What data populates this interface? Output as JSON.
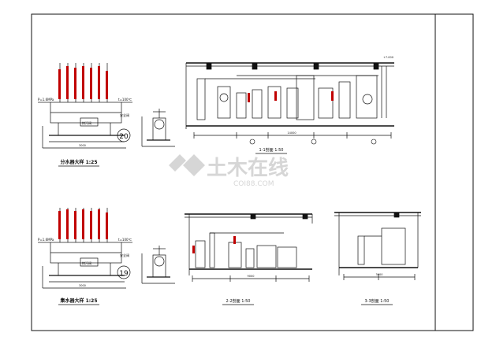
{
  "drawing": {
    "divider_title": "分水器大样 1:25",
    "collector_title": "集水器大样 1:25",
    "section_1": "1-1剖面 1:50",
    "section_2": "2-2剖面 1:50",
    "section_3": "3-3剖面 1:50",
    "divider_badge": "20",
    "collector_badge": "19",
    "divider_pressure": "P=1.6MPa",
    "collector_pressure": "P=1.6MPa",
    "divider_temp": "t=100℃",
    "collector_temp": "t=100℃",
    "divider_drain": "排污阀",
    "collector_drain": "排污阀",
    "safety_valve_1": "安全阀",
    "safety_valve_2": "安全阀",
    "divider_length": "3000",
    "collector_length": "3000",
    "sec1_dim_total": "14000",
    "sec2_dim_total": "9000",
    "sec3_dim_total": "3000",
    "elev_top": "+7.000"
  },
  "watermark": {
    "name": "土木在线",
    "url": "COI88.COM"
  },
  "colors": {
    "line": "#111111",
    "accent": "#c00000",
    "watermark": "#c9c9c9"
  }
}
